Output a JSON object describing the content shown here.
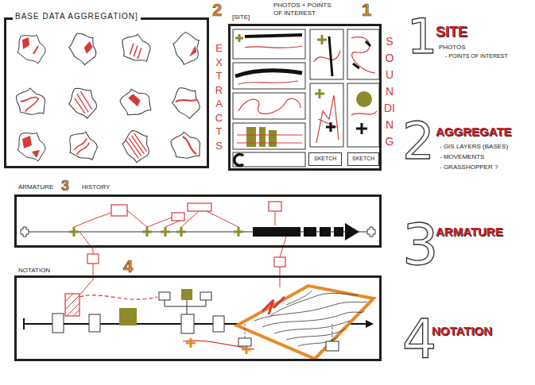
{
  "diagram": {
    "nodes": [
      {
        "text": [
          "BASE DATA AGGREGATION]",
          "2",
          "EXTRACTS"
        ]
      },
      {
        "text": [
          "[SITE]",
          "PHOTOS + POINTS OF INTEREST",
          "1",
          "SOUNDING"
        ]
      },
      {
        "text": [
          "SKETCH"
        ],
        "in": 1
      },
      {
        "text": [
          "SKETCH"
        ],
        "in": 1
      },
      {
        "text": [
          "ARMATURE",
          "3",
          "HISTORY"
        ]
      },
      {
        "text": [
          "NOTATION",
          "4"
        ]
      }
    ],
    "labels": [
      "1",
      "SITE",
      "PHOTOS",
      "- POINTS OF INTEREST",
      "2",
      "AGGREGATE",
      "- GIS LAYERS (BASES)",
      "- MOVEMENTS",
      "- GRASSHOPPER ?",
      "3",
      "ARMATURE",
      "4",
      "NOTATION"
    ]
  }
}
